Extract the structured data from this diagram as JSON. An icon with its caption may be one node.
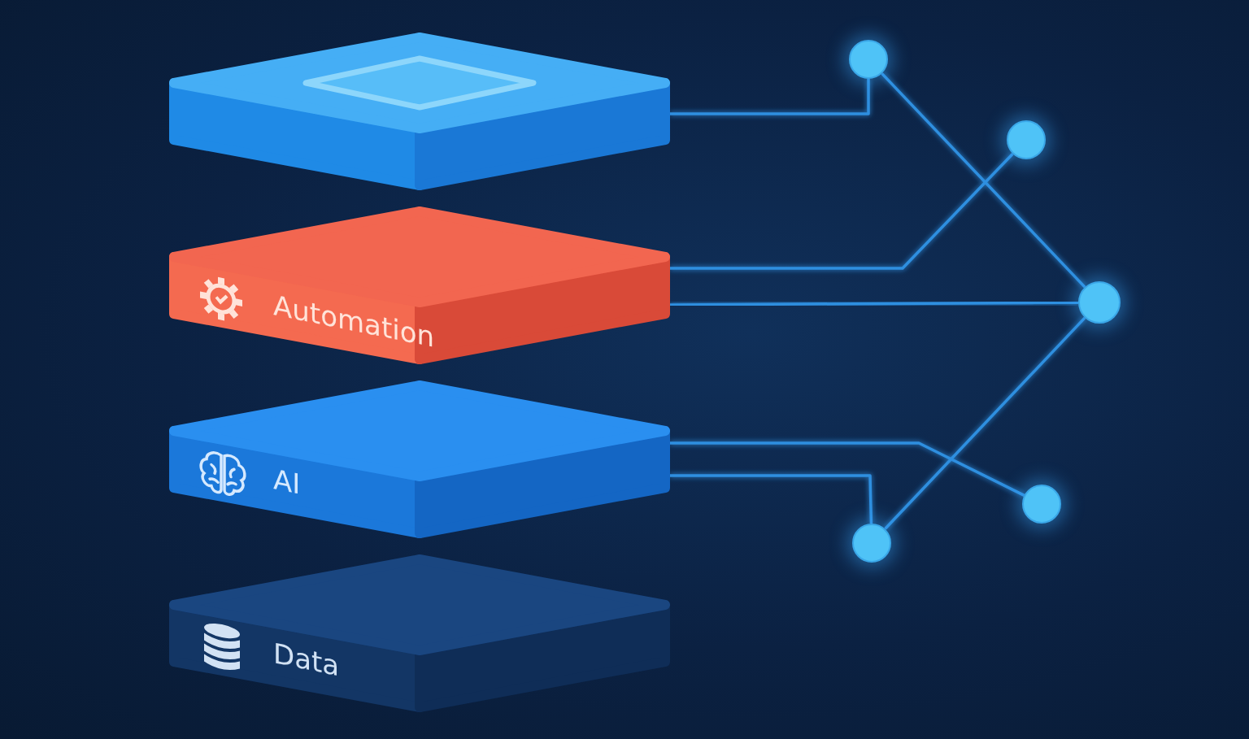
{
  "diagram": {
    "nodes": [
      {
        "text": [],
        "shape": "box"
      },
      {
        "text": [
          "Automation"
        ]
      },
      {
        "text": [
          "AI"
        ]
      },
      {
        "text": [
          "Data"
        ]
      },
      {
        "text": [],
        "shape": "circle"
      },
      {
        "text": [],
        "shape": "circle"
      },
      {
        "text": [],
        "shape": "circle"
      },
      {
        "text": [],
        "shape": "circle"
      },
      {
        "text": [],
        "shape": "circle"
      }
    ],
    "edges": [
      {
        "from": 0,
        "to": 4,
        "arrow": "none"
      },
      {
        "from": 1,
        "to": 5,
        "arrow": "none"
      },
      {
        "from": 1,
        "to": 6,
        "arrow": "none"
      },
      {
        "from": 2,
        "to": 7,
        "arrow": "none"
      },
      {
        "from": 2,
        "to": 8,
        "arrow": "none"
      },
      {
        "from": 4,
        "to": 6,
        "arrow": "none"
      },
      {
        "from": 8,
        "to": 6,
        "arrow": "none"
      }
    ]
  }
}
